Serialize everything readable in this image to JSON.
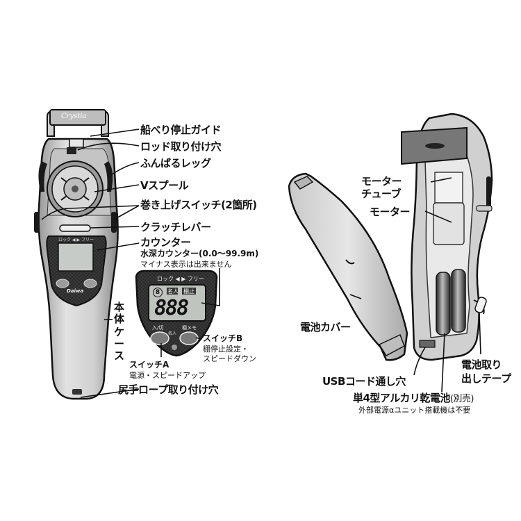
{
  "device": {
    "brand": "Crystia",
    "maker": "Daiwa",
    "lcd_top_labels": "ロック ◀ ▶ フリー",
    "btn_left_label": "入/切",
    "btn_right_label": "棚メモ",
    "btn_mid_label": "名人",
    "lcd_digits": "888",
    "lcd_index": "8",
    "lcd_tag_1": "名人",
    "lcd_tag_2": "棚止"
  },
  "labels": {
    "guide": "船べり停止ガイド",
    "rod_hole": "ロッド取り付け穴",
    "legs": "ふんばるレッグ",
    "spool": "Vスプール",
    "switch": "巻き上げスイッチ(2箇所)",
    "clutch": "クラッチレバー",
    "counter": "カウンター",
    "depth": "水深カウンター(0.0〜99.9m)",
    "minus": "マイナス表示は出来ません",
    "body_case_1": "本体",
    "body_case_2": "ケース",
    "switch_b_title": "スイッチB",
    "switch_b_desc_1": "棚停止設定・",
    "switch_b_desc_2": "スピードダウン",
    "switch_a_title": "スイッチA",
    "switch_a_desc": "電源・スピードアップ",
    "rope_hole": "尻手ロープ取り付け穴",
    "motor_tube_1": "モーター",
    "motor_tube_2": "チューブ",
    "motor": "モーター",
    "battery_cover": "電池カバー",
    "usb_hole": "USBコード通し穴",
    "battery_tape_1": "電池取り",
    "battery_tape_2": "出しテープ",
    "battery_title": "単4型アルカリ乾電池",
    "battery_sold": "(別売)",
    "battery_note": "外部電源αユニット搭載機は不要"
  },
  "colors": {
    "body": "#d7d7d7",
    "body_dark": "#8f8f8f",
    "ink": "#111111",
    "lcd": "#2b2b2b",
    "lcd_screen": "#bfc4bf"
  }
}
